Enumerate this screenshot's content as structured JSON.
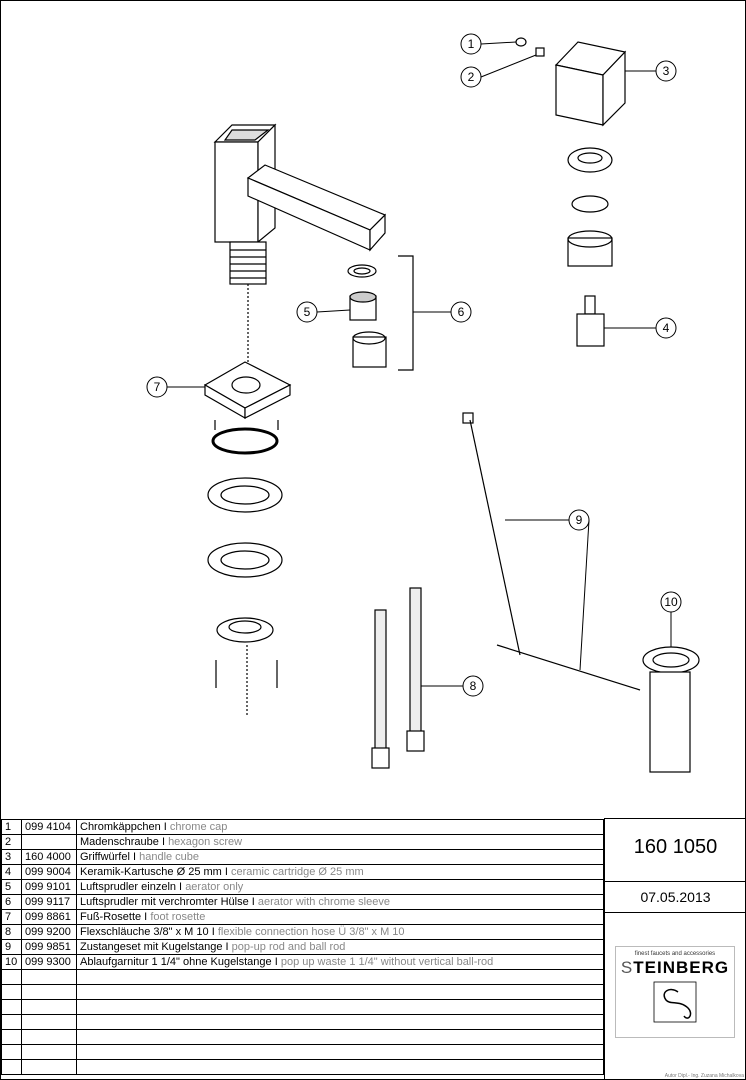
{
  "callouts": [
    "1",
    "2",
    "3",
    "4",
    "5",
    "6",
    "7",
    "8",
    "9",
    "10"
  ],
  "parts": [
    {
      "no": "1",
      "code": "099 4104",
      "de": "Chromkäppchen I",
      "en": "chrome cap"
    },
    {
      "no": "2",
      "code": "",
      "de": "Madenschraube I",
      "en": "hexagon screw"
    },
    {
      "no": "3",
      "code": "160 4000",
      "de": "Griffwürfel I",
      "en": "handle cube"
    },
    {
      "no": "4",
      "code": "099 9004",
      "de": "Keramik-Kartusche Ø 25 mm I",
      "en": "ceramic cartridge Ø 25 mm"
    },
    {
      "no": "5",
      "code": "099 9101",
      "de": "Luftsprudler einzeln I",
      "en": "aerator only"
    },
    {
      "no": "6",
      "code": "099 9117",
      "de": "Luftsprudler mit verchromter Hülse I",
      "en": "aerator with chrome sleeve"
    },
    {
      "no": "7",
      "code": "099 8861",
      "de": "Fuß-Rosette I",
      "en": "foot rosette"
    },
    {
      "no": "8",
      "code": "099 9200",
      "de": "Flexschläuche  3/8\" x M 10 I",
      "en": "flexible connection hose Ü 3/8\" x M 10"
    },
    {
      "no": "9",
      "code": "099 9851",
      "de": "Zustangeset mit Kugelstange I",
      "en": "pop-up rod and ball rod"
    },
    {
      "no": "10",
      "code": "099 9300",
      "de": "Ablaufgarnitur 1 1/4\" ohne Kugelstange I",
      "en": "pop up waste 1 1/4\" without vertical ball-rod"
    }
  ],
  "article_number": "160 1050",
  "date": "07.05.2013",
  "logo": {
    "tagline": "finest faucets and accessories",
    "brand": "STEINBERG"
  },
  "author": "Autor Dipl.- Ing. Zuzana Michalkova"
}
